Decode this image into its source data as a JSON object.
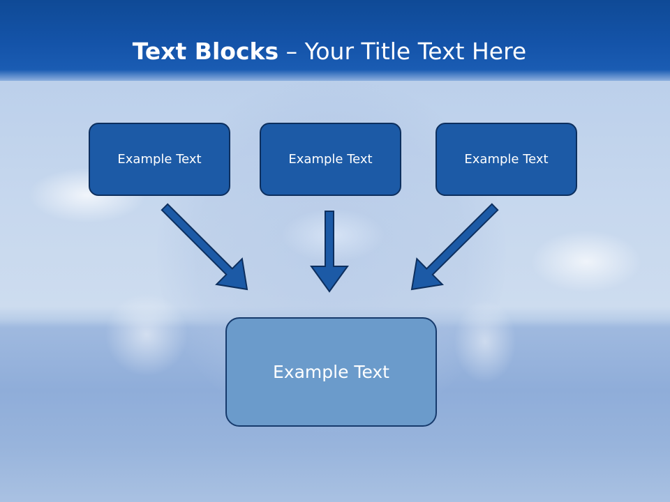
{
  "title": {
    "bold": "Text Blocks",
    "separator": " – ",
    "regular": "Your Title Text Here"
  },
  "blocks": {
    "top": [
      "Example Text",
      "Example Text",
      "Example Text"
    ],
    "bottom": "Example Text"
  },
  "colors": {
    "title_band": "#1453a8",
    "small_block_fill": "#1c5aa6",
    "small_block_border": "#0d2f5e",
    "large_block_fill": "#6b9bcb",
    "arrow_fill": "#1c5aa6",
    "arrow_stroke": "#0d2f5e"
  },
  "icons": [
    "arrow-down-right-icon",
    "arrow-down-icon",
    "arrow-down-left-icon"
  ]
}
